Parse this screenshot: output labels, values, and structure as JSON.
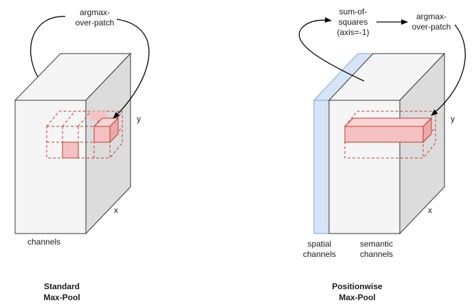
{
  "left": {
    "op_line1": "argmax-",
    "op_line2": "over-patch",
    "axis_y": "y",
    "axis_x": "x",
    "axis_channels": "channels",
    "title_line1": "Standard",
    "title_line2": "Max-Pool"
  },
  "right": {
    "sum_line1": "sum-of-",
    "sum_line2": "squares",
    "sum_line3": "(axis=-1)",
    "op_line1": "argmax-",
    "op_line2": "over-patch",
    "axis_y": "y",
    "axis_x": "x",
    "spatial_line1": "spatial",
    "spatial_line2": "channels",
    "semantic_line1": "semantic",
    "semantic_line2": "channels",
    "title_line1": "Positionwise",
    "title_line2": "Max-Pool"
  },
  "colors": {
    "block_front": "#f5f5f5",
    "block_side": "#dcdcdc",
    "block_stroke": "#333333",
    "patch_dash": "#c0392b",
    "patch_fill": "#f4c2c2",
    "spatial_slab": "#d6e4f7",
    "spatial_stroke": "#7fa6d6"
  }
}
